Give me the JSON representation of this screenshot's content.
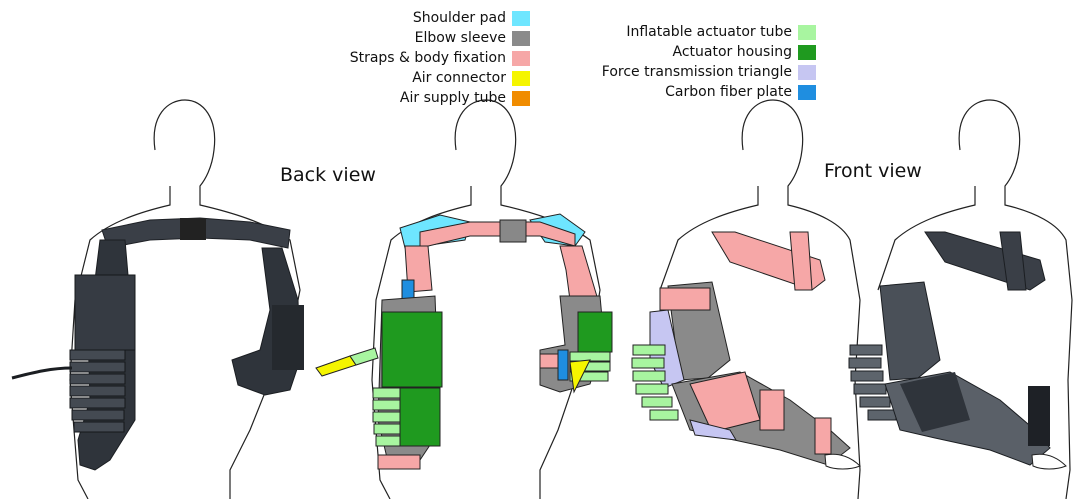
{
  "legend_left": [
    {
      "label": "Shoulder pad",
      "color": "#6ee6ff"
    },
    {
      "label": "Elbow sleeve",
      "color": "#8a8a8a"
    },
    {
      "label": "Straps & body fixation",
      "color": "#f6a7a7"
    },
    {
      "label": "Air connector",
      "color": "#f5f500"
    },
    {
      "label": "Air supply tube",
      "color": "#f08c00"
    }
  ],
  "legend_right": [
    {
      "label": "Inflatable actuator tube",
      "color": "#a8f5a0"
    },
    {
      "label": "Actuator housing",
      "color": "#1f9a1f"
    },
    {
      "label": "Force transmission triangle",
      "color": "#c6c6f2"
    },
    {
      "label": "Carbon fiber plate",
      "color": "#1f8ee0"
    }
  ],
  "view_labels": {
    "back": "Back view",
    "front": "Front view"
  },
  "palette": {
    "outline": "#222222",
    "photo_dark": "#2d3138",
    "photo_mid": "#4a5058",
    "photo_light": "#8d949c"
  }
}
